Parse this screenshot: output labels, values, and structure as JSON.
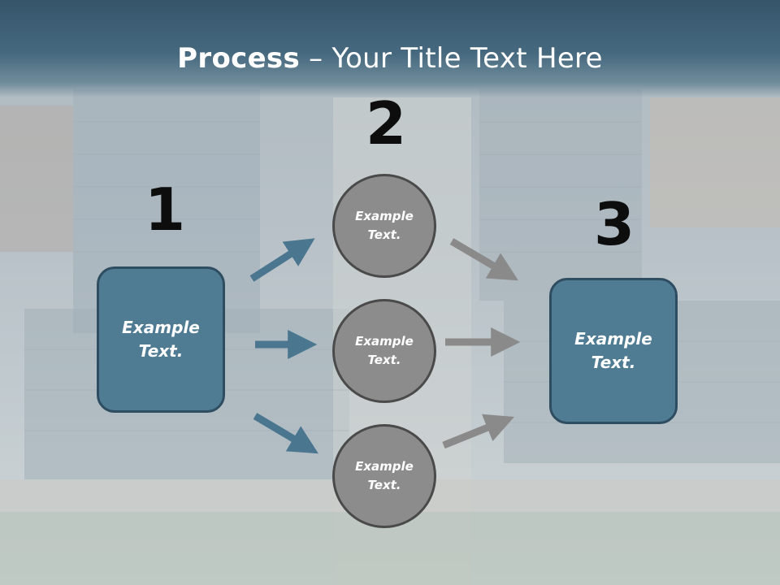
{
  "title": {
    "bold": "Process",
    "rest": " – Your Title Text Here"
  },
  "steps": {
    "one": {
      "number": "1",
      "text": "Example\nText."
    },
    "two": {
      "number": "2"
    },
    "three": {
      "number": "3",
      "text": "Example\nText."
    }
  },
  "circles": [
    {
      "text": "Example\nText."
    },
    {
      "text": "Example\nText."
    },
    {
      "text": "Example\nText."
    }
  ],
  "colors": {
    "header": "#3f6278",
    "box": "#4f7b93",
    "circle": "#8c8c8c",
    "arrow_blue": "#4a7690",
    "arrow_gray": "#8a8a8a"
  }
}
